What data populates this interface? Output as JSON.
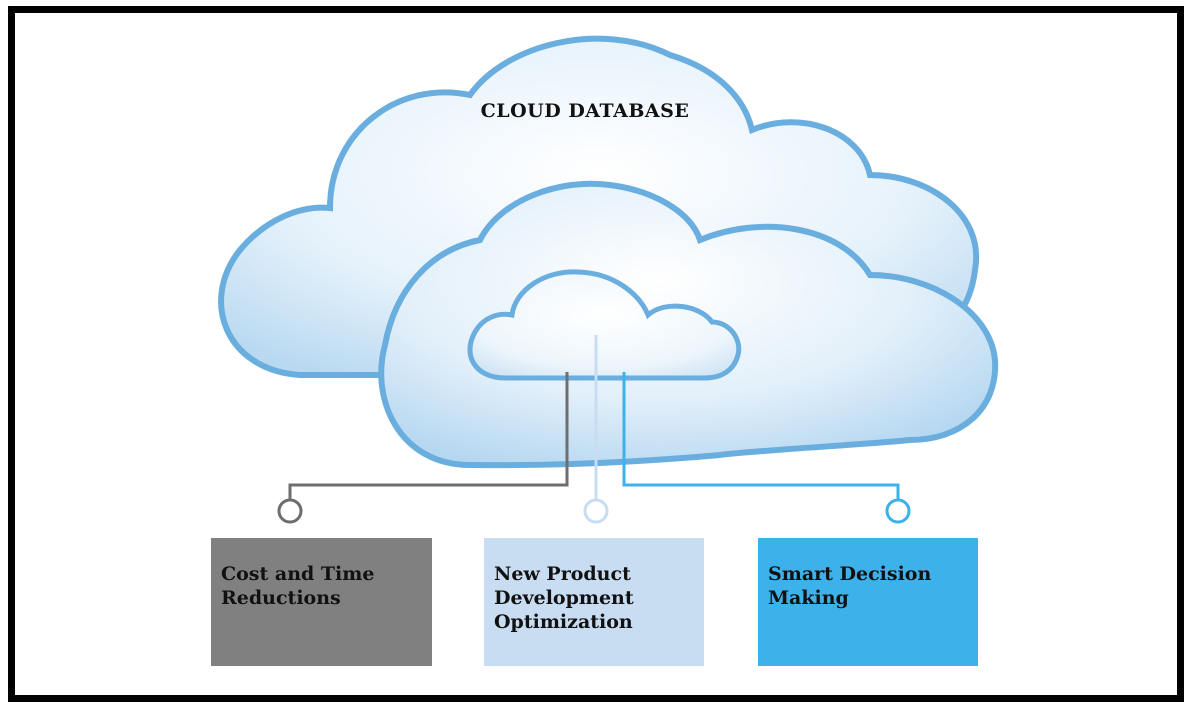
{
  "diagram": {
    "title": "CLOUD DATABASE",
    "boxes": [
      {
        "label": "Cost and Time\nReductions",
        "color": "#808080"
      },
      {
        "label": "New Product\nDevelopment\nOptimization",
        "color": "#c8ddf2"
      },
      {
        "label": "Smart Decision\nMaking",
        "color": "#3db2ea"
      }
    ],
    "colors": {
      "cloud_outline": "#6aaedf",
      "cloud_fill": "#d6e9f8",
      "connector_1": "#6e6e6e",
      "connector_2": "#c8ddf2",
      "connector_3": "#3db2ea"
    }
  }
}
